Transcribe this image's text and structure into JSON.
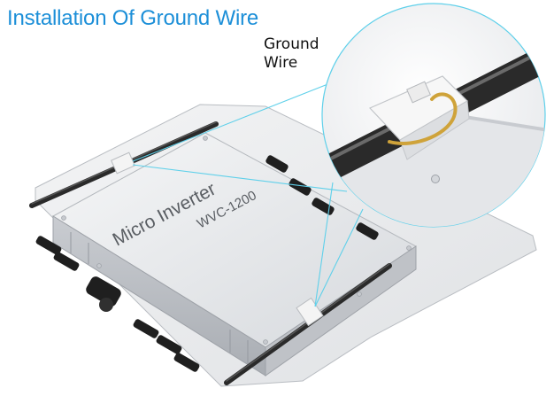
{
  "title": "Installation Of Ground Wire",
  "callout": {
    "line1": "Ground",
    "line2": "Wire"
  },
  "device": {
    "brand_text": "Micro Inverter",
    "model_text": "WVC-1200"
  },
  "colors": {
    "title": "#1c8fd8",
    "leader_line": "#5fd0ea",
    "device_body": "#e9ebee",
    "ground_wire": "#cfa33a",
    "cable": "#2a2a2a"
  },
  "icons": [
    "ground-wire-clip",
    "copper-ground-wire",
    "mounting-rail",
    "dc-connector",
    "ac-connector",
    "screw-head"
  ]
}
